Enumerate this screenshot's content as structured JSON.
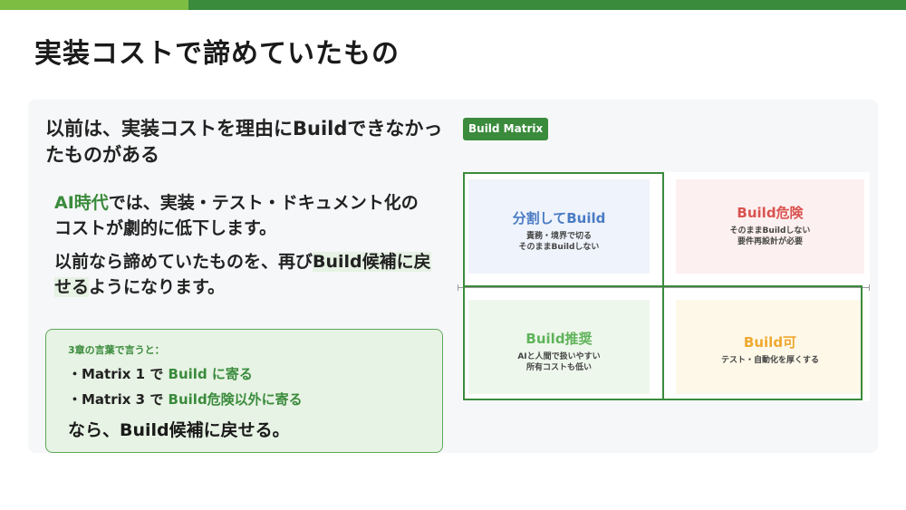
{
  "slide": {
    "title": "実装コストで諦めていたもの",
    "lead": "以前は、実装コストを理由にBuildできなかったものがある",
    "para1": {
      "highlight": "AI時代",
      "rest": "では、実装・テスト・ドキュメント化のコストが劇的に低下します。"
    },
    "para2": {
      "before": "以前なら諦めていたものを、再び",
      "highlight": "Build候補に戻せる",
      "after": "ようになります。"
    },
    "callout": {
      "header": "3章の言葉で言うと：",
      "bullets": [
        {
          "prefix": "・Matrix 1 で ",
          "highlight": "Build に寄る"
        },
        {
          "prefix": "・Matrix 3 で ",
          "highlight": "Build危険以外に寄る"
        }
      ],
      "conclusion": "なら、Build候補に戻せる。"
    },
    "matrix": {
      "label": "Build Matrix",
      "quadrants": {
        "top_left": {
          "title": "分割してBuild",
          "desc": [
            "責務・境界で切る",
            "そのままBuildしない"
          ]
        },
        "top_right": {
          "title": "Build危険",
          "desc": [
            "そのままBuildしない",
            "要件再設計が必要"
          ]
        },
        "bottom_left": {
          "title": "Build推奨",
          "desc": [
            "AIと人間で扱いやすい",
            "所有コストも低い"
          ]
        },
        "bottom_right": {
          "title": "Build可",
          "desc": [
            "テスト・自動化を厚くする"
          ]
        }
      }
    }
  },
  "colors": {
    "brand_green": "#3a8b3c",
    "light_green": "#7cbd42",
    "blue": "#4a7cc4",
    "red": "#d9534f",
    "green_text": "#5fb35a",
    "orange": "#f0a830"
  }
}
